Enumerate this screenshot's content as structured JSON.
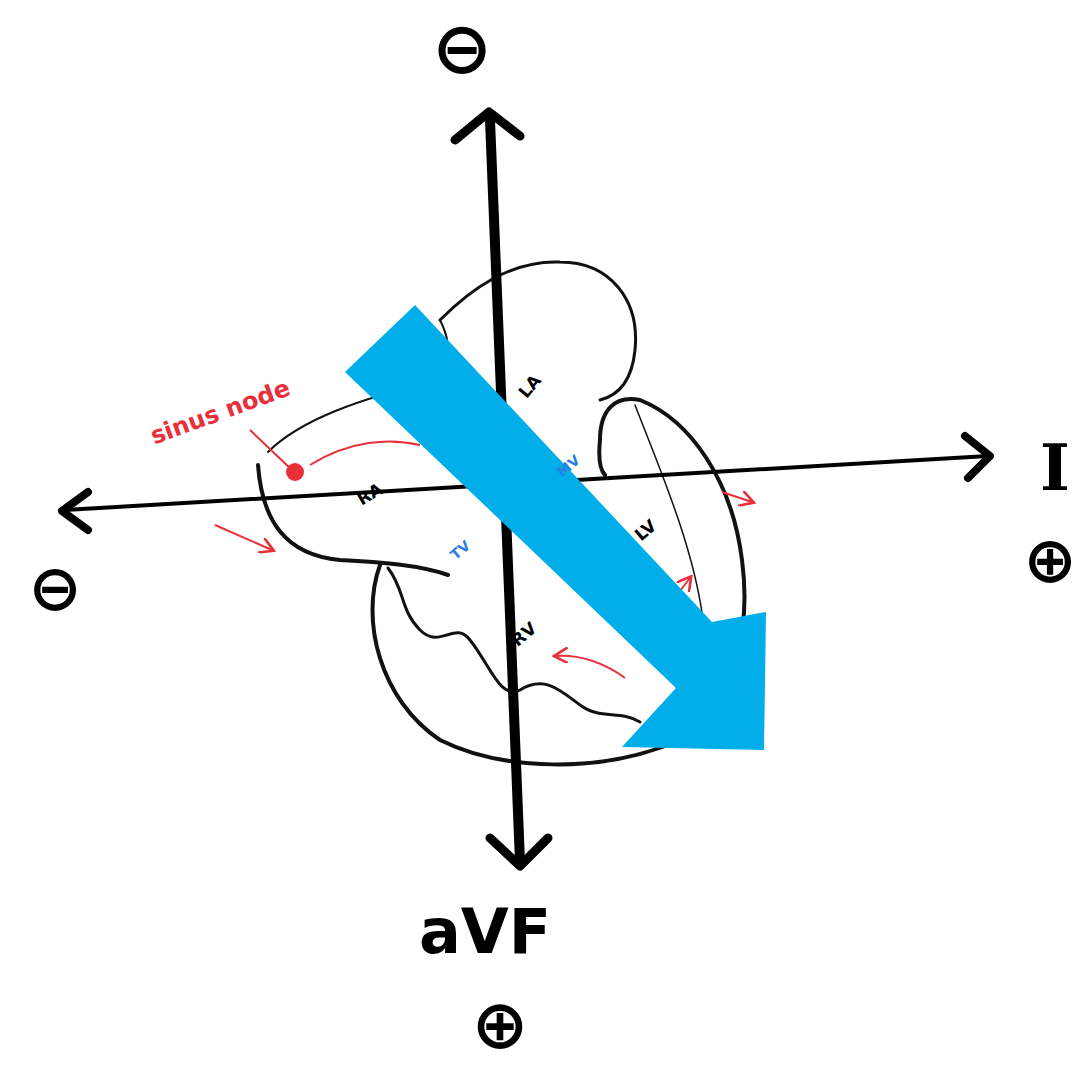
{
  "diagram": {
    "labels": [
      "⊖",
      "I",
      "⊕",
      "⊖",
      "aVF",
      "⊕",
      "sinus node",
      "RA",
      "LA",
      "TV",
      "MV",
      "LV",
      "RV"
    ]
  }
}
